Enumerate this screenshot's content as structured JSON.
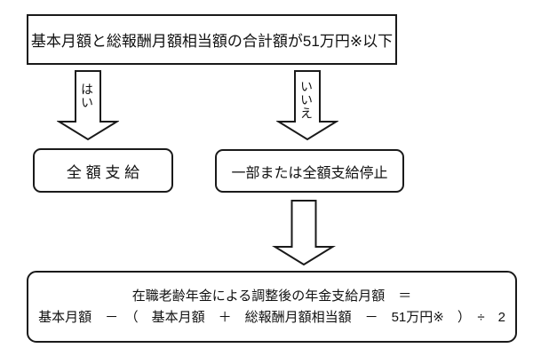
{
  "colors": {
    "line": "#1a1a1a",
    "text": "#111111",
    "background": "#ffffff"
  },
  "flowchart": {
    "condition_box": "基本月額と総報酬月額相当額の合計額が51万円※以下",
    "yes_label": "はい",
    "no_label": "いいえ",
    "full_payment_box": "全 額 支 給",
    "suspension_box": "一部または全額支給停止",
    "formula_line1": "在職老齢年金による調整後の年金支給月額　＝",
    "formula_line2": "基本月額　－　（　基本月額　＋　総報酬月額相当額　－　51万円※　）　÷　2"
  }
}
